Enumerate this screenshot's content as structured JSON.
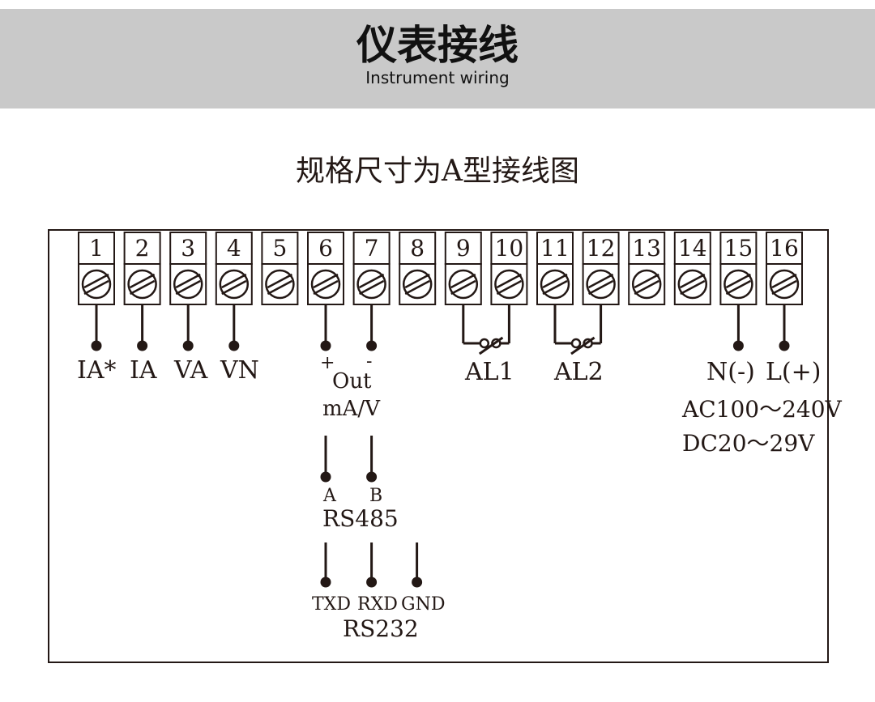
{
  "header": {
    "title": "仪表接线",
    "subtitle_en": "Instrument wiring"
  },
  "diagram": {
    "title": "规格尺寸为A型接线图",
    "terminals": [
      "1",
      "2",
      "3",
      "4",
      "5",
      "6",
      "7",
      "8",
      "9",
      "10",
      "11",
      "12",
      "13",
      "14",
      "15",
      "16"
    ],
    "labels": {
      "t1": "IA*",
      "t2": "IA",
      "t3": "VA",
      "t4": "VN",
      "out_plus": "+",
      "out_minus": "-",
      "out": "Out",
      "out_unit": "mA/V",
      "al1": "AL1",
      "al2": "AL2",
      "n": "N(-)",
      "l": "L(+)",
      "ac": "AC100～240V",
      "dc": "DC20～29V",
      "rs485_a": "A",
      "rs485_b": "B",
      "rs485": "RS485",
      "txd": "TXD",
      "rxd": "RXD",
      "gnd": "GND",
      "rs232": "RS232"
    }
  }
}
